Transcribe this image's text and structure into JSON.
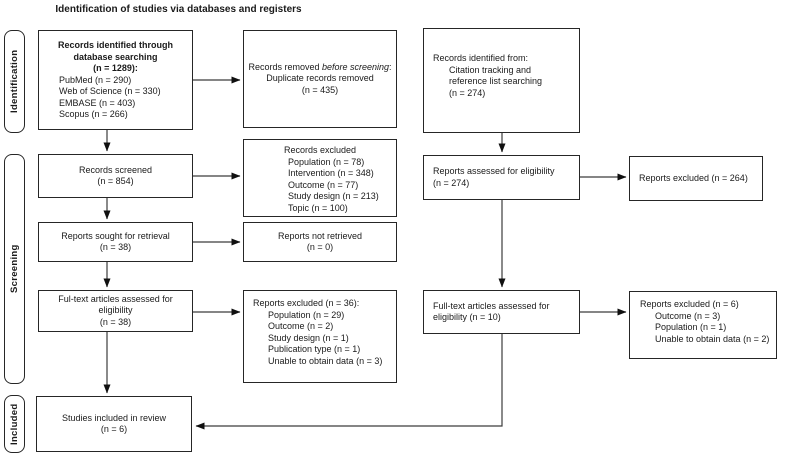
{
  "title": "Identification of studies via databases and registers",
  "sidebar": {
    "identification": "Identification",
    "screening": "Screening",
    "included": "Included"
  },
  "boxes": {
    "records_identified_db": {
      "heading": [
        "Records identified through",
        "database searching",
        "(n = 1289):"
      ],
      "items": [
        "PubMed (n = 290)",
        "Web of Science (n = 330)",
        "EMBASE (n = 403)",
        "Scopus (n = 266)"
      ]
    },
    "records_removed": {
      "pre": "Records removed ",
      "italic": "before screening",
      "post": ":",
      "lines": [
        "Duplicate records removed",
        "(n = 435)"
      ]
    },
    "records_identified_other": {
      "line1": "Records identified from:",
      "items": [
        "Citation tracking and",
        "reference list searching",
        "(n = 274)"
      ]
    },
    "records_screened": {
      "lines": [
        "Records screened",
        "(n = 854)"
      ]
    },
    "records_excluded": {
      "heading": "Records excluded",
      "items": [
        "Population (n = 78)",
        "Intervention (n = 348)",
        "Outcome (n = 77)",
        "Study design (n = 213)",
        "Topic (n = 100)"
      ]
    },
    "reports_assessed": {
      "lines": [
        "Reports assessed for eligibility",
        "(n = 274)"
      ]
    },
    "reports_excluded_264": {
      "line": "Reports excluded (n = 264)"
    },
    "reports_sought": {
      "lines": [
        "Reports sought for retrieval",
        "(n = 38)"
      ]
    },
    "reports_not_retrieved": {
      "lines": [
        "Reports not retrieved",
        "(n = 0)"
      ]
    },
    "fultext_assessed": {
      "lines": [
        "Ful-text articles assessed for",
        "eligibility",
        "(n = 38)"
      ]
    },
    "reports_excluded_36": {
      "heading": "Reports excluded (n = 36):",
      "items": [
        "Population (n = 29)",
        "Outcome (n = 2)",
        "Study design (n = 1)",
        "Publication type (n = 1)",
        "Unable to obtain data (n = 3)"
      ]
    },
    "fulltext_assessed_10": {
      "lines": [
        "Full-text articles assessed for",
        "eligibility (n = 10)"
      ]
    },
    "reports_excluded_6": {
      "heading": "Reports excluded (n = 6)",
      "items": [
        "Outcome (n = 3)",
        "Population (n = 1)",
        "Unable to obtain data (n = 2)"
      ]
    },
    "studies_included": {
      "lines": [
        "Studies included in review",
        "(n = 6)"
      ]
    }
  },
  "colors": {
    "background": "#ffffff",
    "box_border": "#262626",
    "text": "#1a1a1a",
    "arrow_line": "#3c3c3c",
    "arrowhead": "#101010"
  }
}
